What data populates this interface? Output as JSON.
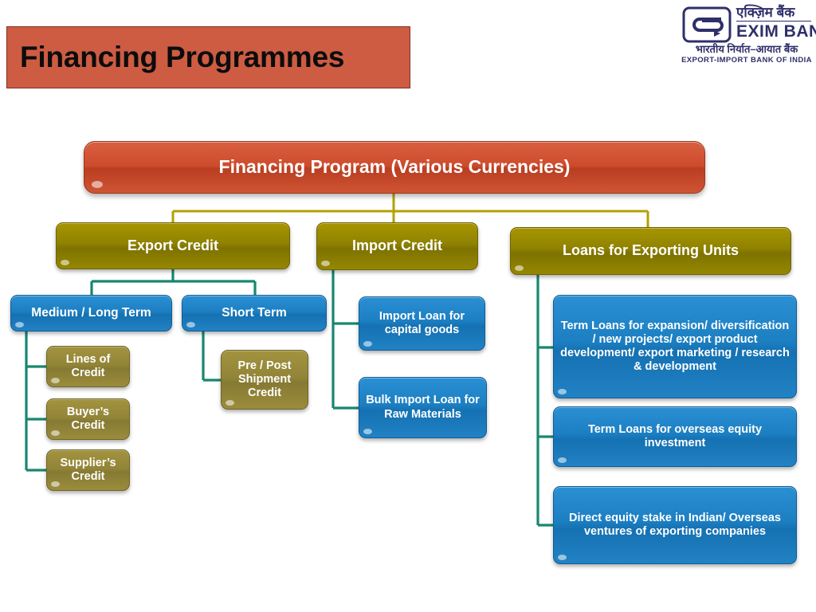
{
  "slide": {
    "title": "Financing Programmes"
  },
  "logo": {
    "mark_icon": "exim-e-logo-icon",
    "hindi_top": "एक्ज़िम बैंक",
    "name_en": "EXIM BANK",
    "hindi_bottom": "भारतीय  निर्यात–आयात  बैंक",
    "tagline": "EXPORT-IMPORT BANK OF INDIA"
  },
  "colors": {
    "title_banner": "#cd5c43",
    "root_node": "#cd4b2c",
    "level2_node": "#8f8200",
    "blue_node": "#1c7fc2",
    "leaf_olive_node": "#938538",
    "connector_olive": "#b3a100",
    "connector_teal": "#17876f"
  },
  "chart": {
    "type": "tree-diagram",
    "root": {
      "label": "Financing Program (Various Currencies)"
    },
    "branches": [
      {
        "label": "Export Credit",
        "children": [
          {
            "label": "Medium / Long Term",
            "children": [
              {
                "label": "Lines of Credit"
              },
              {
                "label": "Buyer’s Credit"
              },
              {
                "label": "Supplier’s Credit"
              }
            ]
          },
          {
            "label": "Short Term",
            "children": [
              {
                "label": "Pre / Post Shipment Credit"
              }
            ]
          }
        ]
      },
      {
        "label": "Import Credit",
        "children": [
          {
            "label": "Import Loan for capital goods"
          },
          {
            "label": "Bulk Import Loan for Raw Materials"
          }
        ]
      },
      {
        "label": "Loans for Exporting Units",
        "children": [
          {
            "label": "Term Loans for expansion/ diversification / new projects/ export product development/ export marketing / research & development"
          },
          {
            "label": "Term Loans for overseas equity investment"
          },
          {
            "label": "Direct equity stake in Indian/ Overseas ventures of exporting companies"
          }
        ]
      }
    ]
  }
}
